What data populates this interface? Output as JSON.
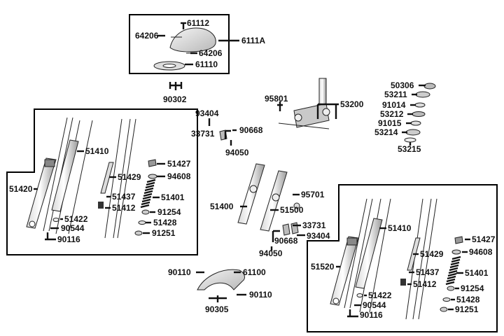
{
  "top_cover": {
    "p64206a": "64206",
    "p61112": "61112",
    "p6111A": "6111A",
    "p64206b": "64206",
    "p61110": "61110"
  },
  "p90302": "90302",
  "steering": {
    "p95801": "95801",
    "p53200": "53200"
  },
  "bearings": {
    "p50306": "50306",
    "p53211": "53211",
    "p91014": "91014",
    "p53212": "53212",
    "p91015": "91015",
    "p53214": "53214",
    "p53215": "53215"
  },
  "clamp_upper": {
    "p93404": "93404",
    "p33731": "33731",
    "p90668": "90668",
    "p90050": "94050"
  },
  "left_fork": {
    "p51410": "51410",
    "p51420": "51420",
    "p51429": "51429",
    "p51427": "51427",
    "p94608": "94608",
    "p51437": "51437",
    "p51401": "51401",
    "p51412": "51412",
    "p91254": "91254",
    "p51422": "51422",
    "p51428": "51428",
    "p90544": "90544",
    "p91251": "91251",
    "p90116": "90116"
  },
  "center_forks": {
    "p51400": "51400",
    "p51500": "51500",
    "p95701": "95701"
  },
  "clamp_lower": {
    "p33731": "33731",
    "p90668": "90668",
    "p93404": "93404",
    "p94050": "94050"
  },
  "right_fork": {
    "p51410": "51410",
    "p51427": "51427",
    "p94608": "94608",
    "p51429": "51429",
    "p51520": "51520",
    "p51437": "51437",
    "p51401": "51401",
    "p51412": "51412",
    "p91254": "91254",
    "p51422": "51422",
    "p51428": "51428",
    "p90544": "90544",
    "p91251": "91251",
    "p90116": "90116"
  },
  "fender": {
    "p90110a": "90110",
    "p61100": "61100",
    "p90110b": "90110",
    "p90305": "90305"
  }
}
